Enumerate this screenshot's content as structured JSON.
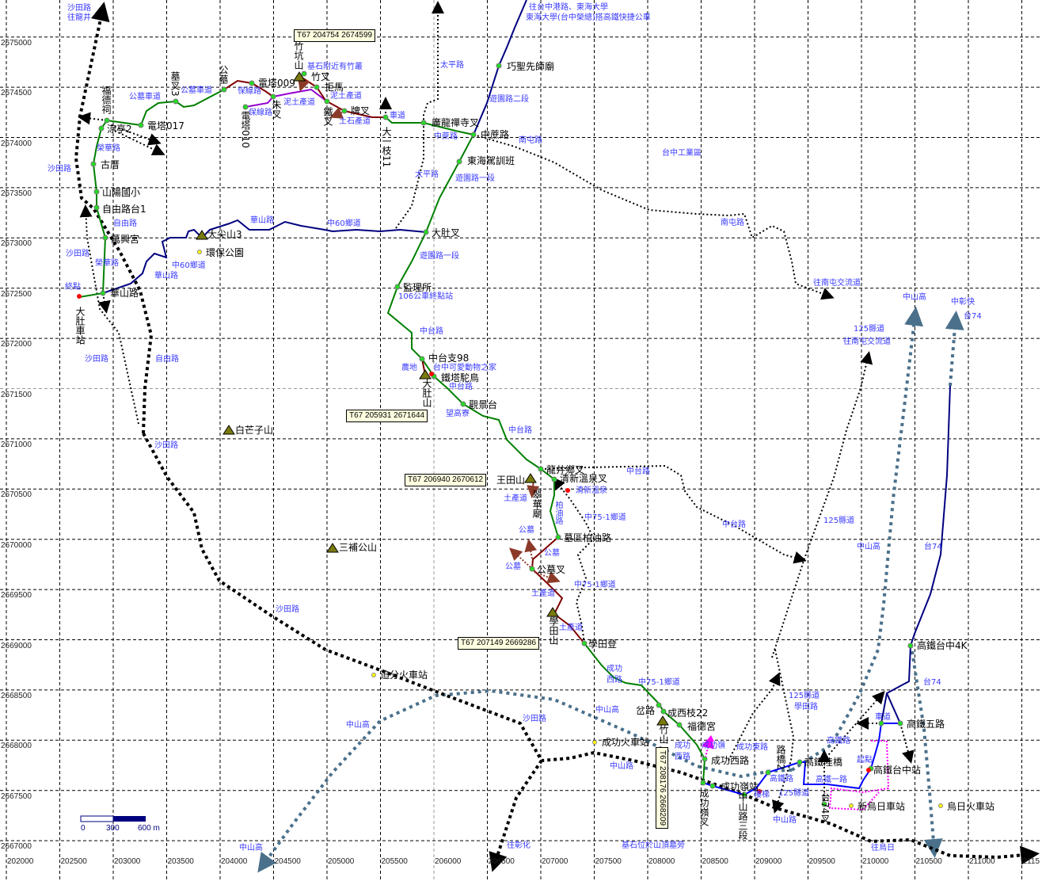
{
  "axes": {
    "northing": [
      "2675000",
      "2674500",
      "2674000",
      "2673500",
      "2673000",
      "2672500",
      "2672000",
      "2671500",
      "2671000",
      "2670500",
      "2670000",
      "2669500",
      "2669000",
      "2668500",
      "2668000",
      "2667500",
      "2667000"
    ],
    "easting": [
      "202000",
      "202500",
      "203000",
      "203500",
      "204000",
      "204500",
      "205000",
      "205500",
      "206000",
      "206500",
      "207000",
      "207500",
      "208000",
      "208500",
      "209000",
      "209500",
      "210000",
      "210500",
      "211000",
      "2115"
    ]
  },
  "scale_bar": {
    "l0": "0",
    "l1": "300",
    "l2": "600 m"
  },
  "coords": [
    "T67  204754  2674599",
    "T67  205931  2671644",
    "T67  206940  2670612",
    "T67  207149  2669286",
    "T67  208176  2668209"
  ],
  "places": [
    "巧聖先師廟",
    "廣龍禪寺叉",
    "中蔗路",
    "東海駕訓班",
    "大肚叉",
    "監理所",
    "中台支98",
    "鐵塔駝鳥",
    "觀景台",
    "龍井鄉叉",
    "清新溫泉叉",
    "墓區柏油路",
    "公墓叉",
    "學田登",
    "成西枝22",
    "福德宮",
    "成功西路",
    "成功嶺站",
    "高鐵陸橋",
    "高鐵台中站",
    "高鐵五路",
    "高鐵台中4K",
    "新烏日車站",
    "烏日火車站",
    "成功火車站",
    "追分火車站",
    "三補公山",
    "白芒子山",
    "環保公園",
    "大尖山3",
    "華山路",
    "萬興宮",
    "自由路台1",
    "山陽國小",
    "古厝",
    "涼亭2",
    "電塔017",
    "電塔009",
    "竹叉",
    "拒馬",
    "牌叉",
    "王田山",
    "岔路"
  ],
  "vplaces": [
    "福德祠",
    "墓叉3",
    "公墓",
    "竹坑山",
    "朱叉",
    "電塔010",
    "鐵叉",
    "大一枝11",
    "大肚車站",
    "大肚山",
    "翠華廟",
    "學田山",
    "竹山",
    "成功嶺叉",
    "中山路三段",
    "路橋2",
    "台74叉"
  ],
  "roads": [
    "沙田路",
    "往龍井",
    "公墓車道",
    "公墓車道",
    "保線路",
    "保線路",
    "泥土產道",
    "泥土產道",
    "基石附近有竹叢",
    "土石產道",
    "車道",
    "太平路",
    "太平路",
    "中蔗路",
    "南屯路",
    "南屯路",
    "遊園路二段",
    "遊園路一段",
    "遊園路一段",
    "往台中港路、東海大學",
    "東海大學(台中榮總)搭高鐵快捷公車",
    "台中工業區",
    "往南屯交流道",
    "中山高",
    "中彰快",
    "台74",
    "125縣道",
    "往南屯交流道",
    "榮華路",
    "榮華路",
    "沙田路",
    "沙田路",
    "沙田路",
    "沙田路",
    "沙田路",
    "沙田路",
    "自由路",
    "自由路",
    "終點",
    "華山路",
    "華山路",
    "中60鄉道",
    "中60鄉道",
    "106公車終點站",
    "中台路",
    "中台路",
    "中台路",
    "中台路",
    "中台路",
    "農地",
    "台中可愛動物之家",
    "望高寮",
    "土產道",
    "土產道",
    "土產道",
    "清新溫泉",
    "中75-1鄉道",
    "中75-1鄉道",
    "中75-1鄉道",
    "公墓",
    "公墓",
    "公墓",
    "125縣道",
    "中山高",
    "台74",
    "成功",
    "西路",
    "成功",
    "西路",
    "中山高",
    "中山路",
    "中山高",
    "中山高",
    "成功嶺",
    "成功東路",
    "125縣道",
    "學田路",
    "高鐵路",
    "高鐵路",
    "高鐵一路",
    "車道",
    "起點",
    "樓梯",
    "125縣道",
    "中山路",
    "台74",
    "往烏日",
    "基石位於山頂墓旁",
    "往彰化",
    "柏油路"
  ],
  "colors": {
    "trail": "#008000",
    "alt_trail": "#800000",
    "spur": "#9400d3",
    "road": "#000080",
    "link": "#0000ff",
    "highway": "#4a708b",
    "label": "#3a3aff"
  }
}
